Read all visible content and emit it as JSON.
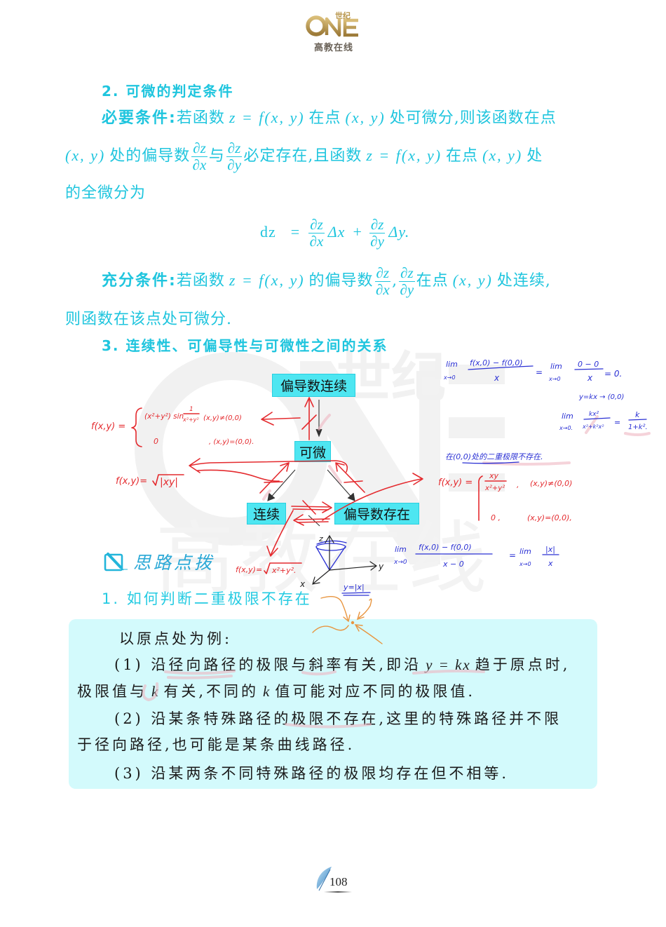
{
  "header": {
    "logo_top": "世纪",
    "logo_main": "ONE",
    "logo_sub": "高教在线"
  },
  "watermark": {
    "top": "世纪",
    "bottom": "高教在线"
  },
  "section2": {
    "title": "2. 可微的判定条件",
    "necessary_label": "必要条件:",
    "necessary_line1": {
      "t1": "若函数",
      "m1": "z = f(x, y)",
      "t2": "在点",
      "m2": "(x, y)",
      "t3": "处可微分,则该函数在点"
    },
    "necessary_line2": {
      "m1": "(x, y)",
      "t1": "处的偏导数",
      "f1_num": "∂z",
      "f1_den": "∂x",
      "t2": "与",
      "f2_num": "∂z",
      "f2_den": "∂y",
      "t3": "必定存在,且函数",
      "m2": "z = f(x, y)",
      "t4": "在点",
      "m3": "(x, y)",
      "t5": "处"
    },
    "necessary_line3": "的全微分为",
    "formula": {
      "lhs": "dz",
      "eq": "=",
      "f1_num": "∂z",
      "f1_den": "∂x",
      "t1": "Δx",
      "plus": "+",
      "f2_num": "∂z",
      "f2_den": "∂y",
      "t2": "Δy."
    },
    "sufficient_label": "充分条件:",
    "sufficient_line1": {
      "t1": "若函数",
      "m1": "z = f(x, y)",
      "t2": "的偏导数",
      "f1_num": "∂z",
      "f1_den": "∂x",
      "sep": ",",
      "f2_num": "∂z",
      "f2_den": "∂y",
      "t3": "在点",
      "m2": "(x, y)",
      "t4": "处连续,"
    },
    "sufficient_line2": "则函数在该点处可微分."
  },
  "section3": {
    "title": "3. 连续性、可偏导性与可微性之间的关系",
    "diagram": {
      "node_top": "偏导数连续",
      "node_mid": "可微",
      "node_left": "连续",
      "node_right": "偏导数存在"
    }
  },
  "tips": {
    "icon": "pencil-square-icon",
    "label": "思路点拨",
    "heading": "1. 如何判断二重极限不存在",
    "box": {
      "intro": "以原点处为例:",
      "item1_line1": {
        "t1": "(1) 沿径向路径的极限与斜率有关,即沿",
        "m1": "y = kx",
        "t2": "趋于原点时,"
      },
      "item1_line2": {
        "t1": "极限值与",
        "m1": "k",
        "t2": "有关,不同的",
        "m2": "k",
        "t3": "值可能对应不同的极限值."
      },
      "item2_line1": "(2) 沿某条特殊路径的极限不存在,这里的特殊路径并不限",
      "item2_line2": "于径向路径,也可能是某条曲线路径.",
      "item3": "(3) 沿某两条不同特殊路径的极限均存在但不相等."
    }
  },
  "annotations": {
    "left_piecewise": {
      "lhs": "f(x,y) =",
      "case1_expr": "(x²+y²) sin",
      "case1_frac_num": "1",
      "case1_frac_den": "x²+y²",
      "case1_cond": "(x,y)≠(0,0)",
      "case2_expr": "0",
      "case2_cond": ", (x,y)=(0,0)."
    },
    "sqrt_abs_xy": {
      "lhs": "f(x,y)=",
      "radicand": "|xy|"
    },
    "sqrt_sum_sq": {
      "lhs": "f(x,y)=",
      "radicand": "x²+y²."
    },
    "right_piecewise": {
      "lhs": "f(x,y) =",
      "case1_num": "xy",
      "case1_den": "x²+y²",
      "case1_sep": ",",
      "case1_cond": "(x,y)≠(0,0)",
      "case2_expr": "0 ,",
      "case2_cond": "(x,y)=(0,0),"
    },
    "limit1": {
      "lim": "lim",
      "sub": "x→0",
      "num": "f(x,0) − f(0,0)",
      "den": "x",
      "eq": "=",
      "lim2": "lim",
      "sub2": "x→0",
      "num2": "0 − 0",
      "den2": "x",
      "result": "= 0."
    },
    "path_note": "y=kx → (0,0)",
    "limit2": {
      "lim": "lim",
      "sub": "x→0.",
      "num": "kx²",
      "den": "x²+k²x²",
      "eq": "=",
      "res_num": "k",
      "res_den": "1+k²."
    },
    "conclusion": "在(0,0)处的二重极限不存在.",
    "cone_axes": {
      "z": "z",
      "y": "y",
      "x": "x"
    },
    "curve_label": "y=|x|",
    "limit3": {
      "lim": "lim",
      "sub": "x→0",
      "num": "f(x,0) − f(0,0)",
      "den": "x − 0",
      "eq": "=",
      "lim2": "lim",
      "sub2": "x→0",
      "num2": "|x|",
      "den2": "x"
    }
  },
  "footer": {
    "icon": "feather-icon",
    "page_number": "108"
  },
  "colors": {
    "accent_cyan": "#1fc5de",
    "tip_box_bg": "#d3fafc",
    "diagram_node_bg": "#4ee6f1",
    "ink_red": "#e42a2e",
    "ink_blue": "#2a30d4",
    "ink_orange": "#e8953f",
    "logo_gold": "#b8954a"
  }
}
